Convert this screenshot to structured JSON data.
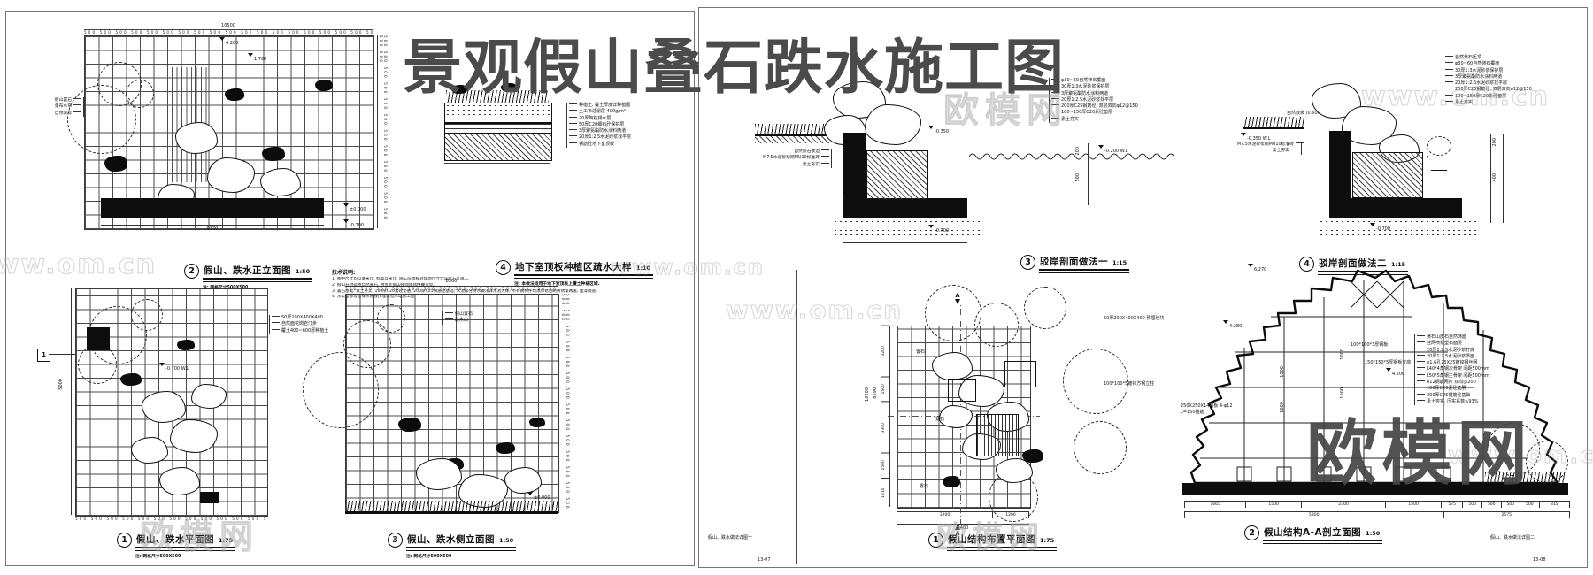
{
  "title": "景观假山叠石跌水施工图",
  "watermark": {
    "site": "www.om.cn",
    "brand": "欧模网"
  },
  "sheet_left": {
    "name": "假山、跌水做法详图一",
    "number": "13-07"
  },
  "sheet_right": {
    "name": "假山、跌水做法详图二",
    "number": "13-08"
  },
  "tech_notes": {
    "heading": "技术说明:",
    "items": [
      "1. 图中尺寸均以毫米计, 标高以米计, 施工前须核对现场尺寸无误后方可施工.",
      "2. 假山石材选用自然黄石, 由专业假山技师现场堆叠造型.",
      "3. 置石基础: 素土夯实, 100厚C20素砼垫层, 200厚C25钢筋砼基础; 水池部分防水做法详水池大样; 所有钢构件均须除锈后刷防锈漆两道, 面漆两道.",
      "4. 水泵型号及给排水管线预埋详见水电施工图."
    ]
  },
  "fig_plan": {
    "num": "1",
    "title": "假山、跌水平面图",
    "scale": "1:75",
    "note": "注: 网格尺寸500X500",
    "total_v": "5000",
    "tick_row": "500 500 500 500 500 500 500 500 500 500 500 500 500 500",
    "wl": "-0.700 W.L",
    "box_mark": "1",
    "leaders": [
      "50厚200X400X400",
      "自然面花岗岩汀步",
      "覆土400~600厚种植土"
    ]
  },
  "fig_elev": {
    "num": "2",
    "title": "假山、跌水正立面图",
    "scale": "1:50",
    "note": "注: 网格尺寸500X500",
    "total": "10500",
    "tick_row": "500 500 500 500 500 500 500 500 500 500 500 500 500 500 500 500 500 500 500 500 500",
    "side_ticks": "500 500 500 500 500 500 500 500 500 500 500 500 500 500",
    "base_dim": "9370",
    "levels": [
      "4.280",
      "1.700",
      "±0.000",
      "-0.700"
    ],
    "leaders": [
      "假山置石",
      "瀑布水帘",
      "自然驳岸"
    ]
  },
  "fig_side": {
    "num": "3",
    "title": "假山、跌水侧立面图",
    "scale": "1:50",
    "note": "注: 网格尺寸500X500",
    "total": "8500",
    "tick_row": "500 500 500 500 500 500 500 500 500 500 500 500 500 500 500 500 500",
    "side_ticks": "500 500 500 500 500 500 500 500 500 500 500 500 500 500 500 500",
    "level": "±0.000",
    "leaders": [
      "假山置石",
      "跌水口"
    ]
  },
  "fig_drain": {
    "num": "4",
    "title": "地下室顶板种植区疏水大样",
    "scale": "1:10",
    "note": "注: 本做法适用于地下室顶板上覆土种植区域.",
    "layers": [
      "种植土, 覆土厚度详种植图",
      "土工布过滤层 400g/m²",
      "20厚陶粒排水层",
      "50厚C20细石砼保护层",
      "3厚聚氨酯防水涂料两道",
      "20厚1:2.5水泥砂浆找平层",
      "钢筋砼地下室顶板"
    ]
  },
  "fig_bank1": {
    "num": "3",
    "title": "驳岸剖面做法一",
    "scale": "1:15",
    "stack": [
      "φ30~60自然卵石覆面",
      "30厚1:3水泥砂浆保护层",
      "3厚聚氨酯防水涂料两道",
      "20厚1:2.5水泥砂浆找平层",
      "200厚C25钢筋砼, 双层双向φ12@150",
      "100~150厚C20素砼垫层",
      "素土夯实"
    ],
    "left_stack": [
      "自然景石收边",
      "M7.5水泥砂浆砌MU10标准砖",
      "素土夯实"
    ],
    "levels": [
      "-0.200 W.L",
      "-0.350",
      "-0.700"
    ],
    "dims": [
      "200",
      "500"
    ]
  },
  "fig_bank2": {
    "num": "4",
    "title": "驳岸剖面做法二",
    "scale": "1:15",
    "stack": [
      "自然景石压顶",
      "φ30~60自然卵石覆面",
      "30厚1:3水泥砂浆保护层",
      "3厚聚氨酯防水涂料两道",
      "20厚1:2.5水泥砂浆找平层",
      "200厚C25钢筋砼, 双层双向φ12@150",
      "100~150厚C20素砼垫层",
      "素土夯实"
    ],
    "left_stack": [
      "M7.5水泥砂浆砌MU10标准砖",
      "素土夯实"
    ],
    "slope": "自然放坡 (0.600~1.200)",
    "levels": [
      "-0.350 W.L",
      "-0.700"
    ],
    "dims": [
      "200",
      "400"
    ]
  },
  "fig_splan": {
    "num": "1",
    "title": "假山结构布置平面图",
    "scale": "1:75",
    "totals": [
      "10200",
      "8590"
    ],
    "segs": [
      "3200",
      "1500",
      "3300",
      "1500",
      "1810"
    ],
    "bottom": [
      "3200",
      "1200"
    ],
    "bottom_total": "4400",
    "section_mark": "A",
    "stone_label": "置石",
    "leaders": [
      "50厚200X400X400 预埋砼块",
      "100*100*5镀锌方钢立柱"
    ]
  },
  "fig_ssec": {
    "num": "2",
    "title": "假山结构A-A剖立面图",
    "scale": "1:50",
    "stack": [
      "黄石山皮石自然饰面",
      "挂网喷浆塑石面层",
      "20厚1:2.5水泥砂浆打底",
      "20厚1:2.5水泥砂浆罩面",
      "φ1.6孔25X25镀锌钢丝网",
      "L40*4角钢次骨架 间距500mm",
      "L50*5角钢主骨架 间距500mm",
      "φ12钢筋网片 双向@200",
      "100厚C20素砼垫层",
      "200厚C25钢筋砼基础",
      "素土夯实, 压实系数≥93%"
    ],
    "plates": [
      "100*100*3厚钢板",
      "150*150*5厚钢板支座"
    ],
    "anchor": "250X250X14钢板 4-φ12 L=150锚筋",
    "levels": [
      "6.270",
      "4.280",
      "4.200"
    ],
    "dim1000": "1000",
    "bottom1": [
      "1665",
      "1500",
      "2300",
      "1500",
      "575",
      "500",
      "500",
      "500",
      "500",
      "815"
    ],
    "bottom2": [
      "5300",
      "2575"
    ]
  }
}
